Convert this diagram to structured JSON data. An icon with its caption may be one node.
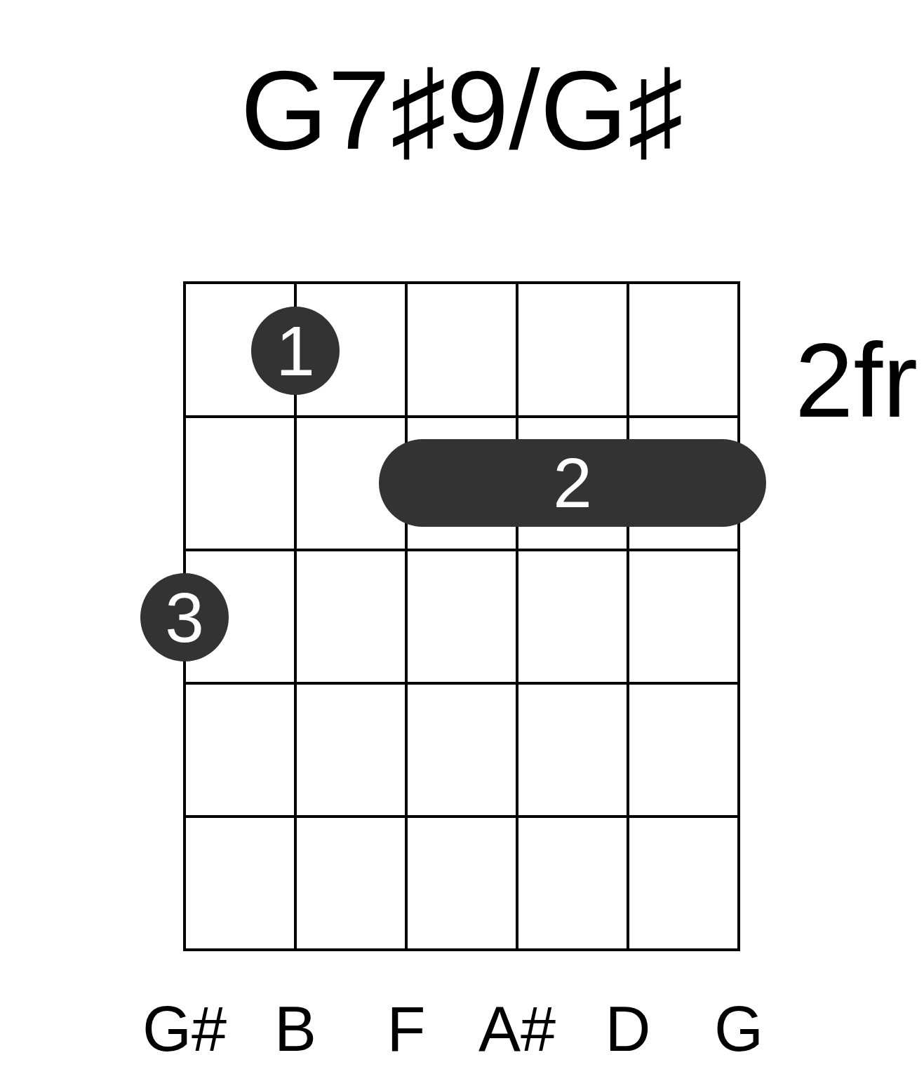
{
  "diagram": {
    "title": "G7♯9/G♯",
    "nodes": [
      {
        "text": [
          "1"
        ]
      },
      {
        "text": [
          "2"
        ]
      },
      {
        "text": [
          "3"
        ]
      }
    ],
    "labels": [
      "2fr",
      "G#",
      "B",
      "F",
      "A#",
      "D",
      "G"
    ]
  }
}
